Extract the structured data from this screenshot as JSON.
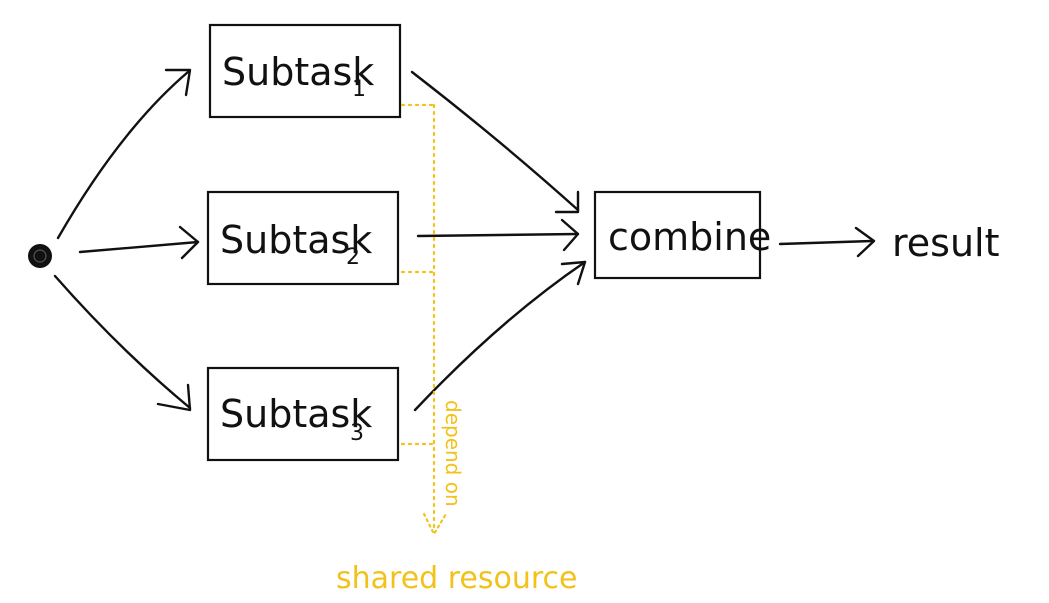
{
  "nodes": {
    "subtask1": {
      "label": "Subtask",
      "index": "1"
    },
    "subtask2": {
      "label": "Subtask",
      "index": "2"
    },
    "subtask3": {
      "label": "Subtask",
      "index": "3"
    },
    "combine": {
      "label": "combine"
    },
    "result": {
      "label": "result"
    },
    "shared": {
      "label": "shared resource"
    }
  },
  "edges": {
    "depend_label": "depend on"
  },
  "colors": {
    "ink": "#111111",
    "dependency": "#f2c21b"
  }
}
